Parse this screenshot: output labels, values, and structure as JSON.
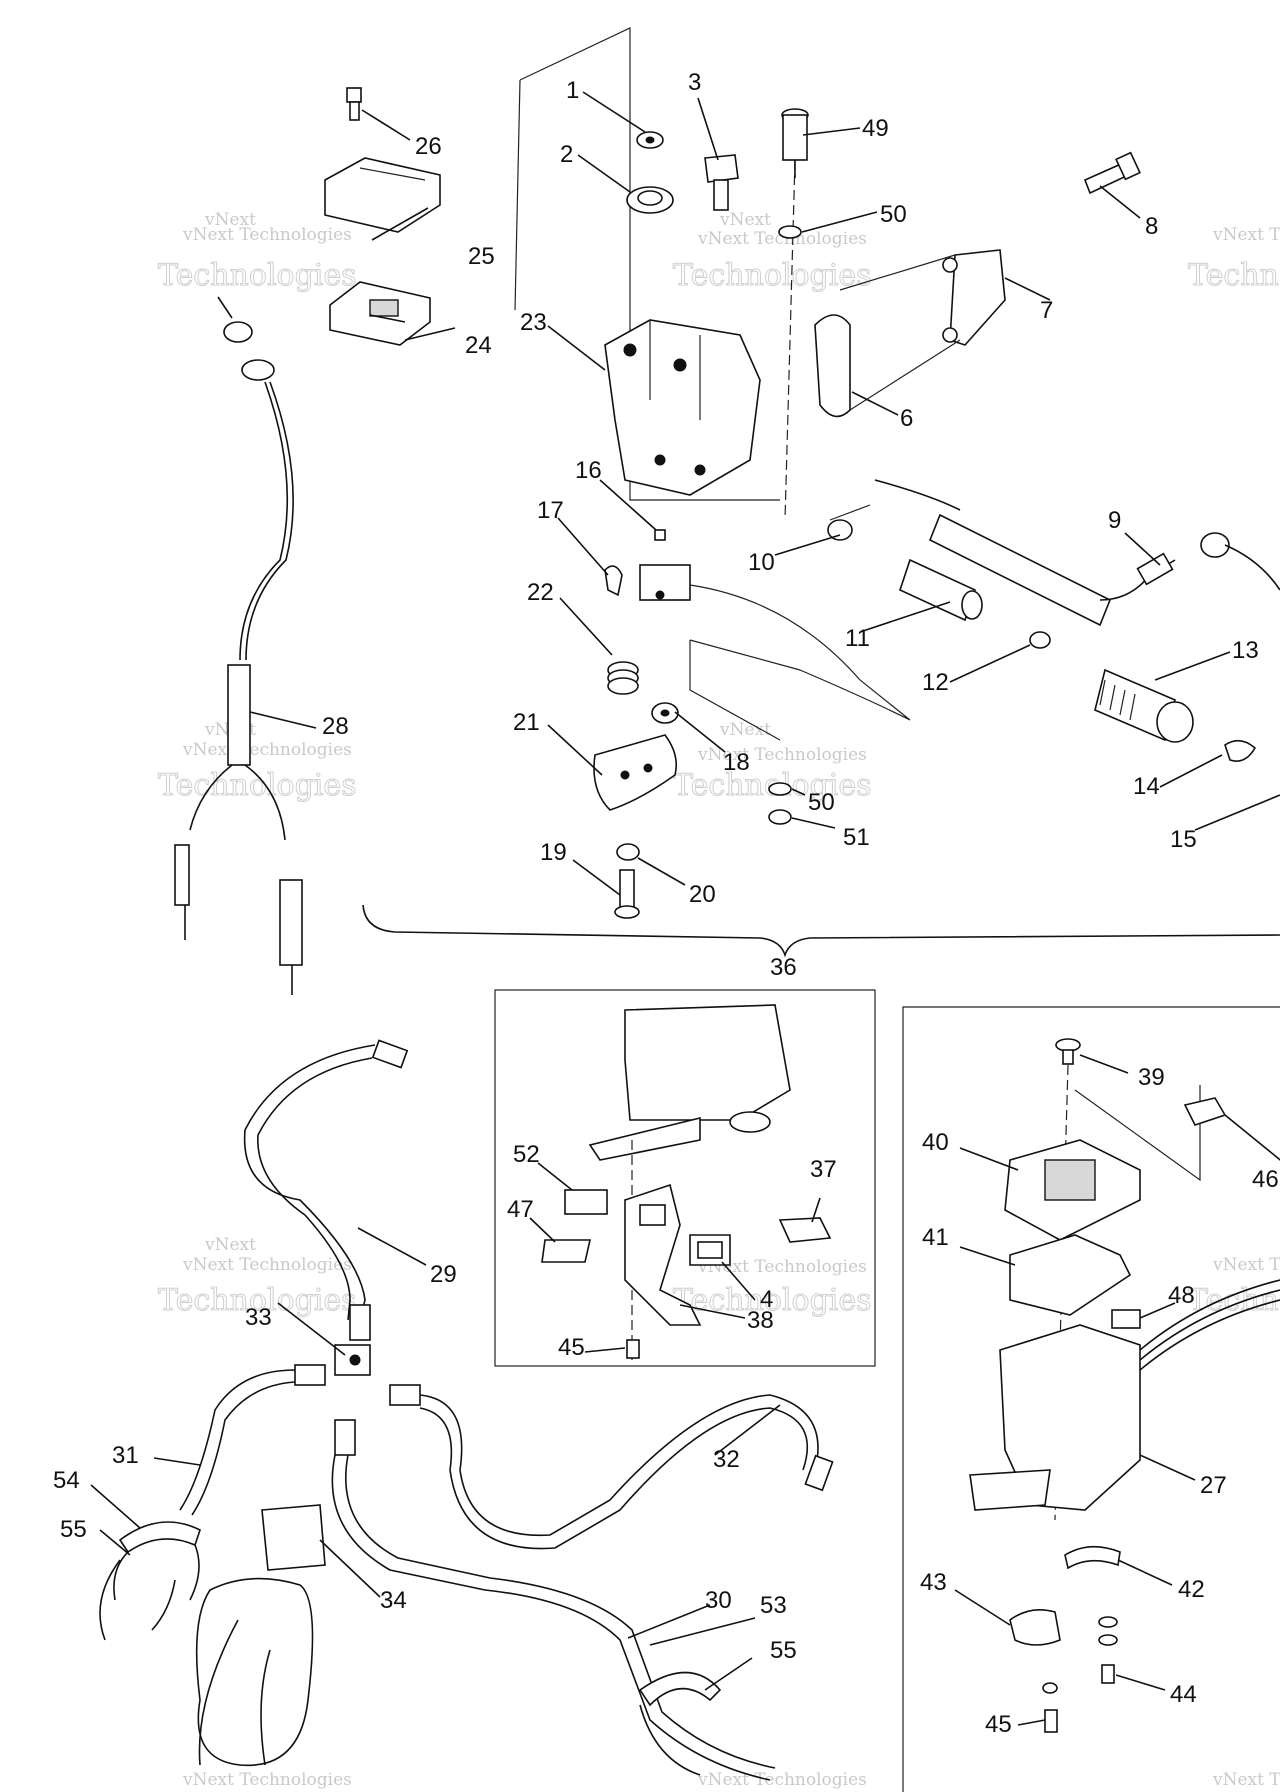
{
  "labels": {
    "p1": "1",
    "p2": "2",
    "p3": "3",
    "p4": "4",
    "p6": "6",
    "p7": "7",
    "p8": "8",
    "p9": "9",
    "p10": "10",
    "p11": "11",
    "p12": "12",
    "p13": "13",
    "p14": "14",
    "p15": "15",
    "p16": "16",
    "p17": "17",
    "p18": "18",
    "p19": "19",
    "p20": "20",
    "p21": "21",
    "p22": "22",
    "p23": "23",
    "p24": "24",
    "p25": "25",
    "p26": "26",
    "p27": "27",
    "p28": "28",
    "p29": "29",
    "p30": "30",
    "p31": "31",
    "p32": "32",
    "p33": "33",
    "p34": "34",
    "p36": "36",
    "p37": "37",
    "p38": "38",
    "p39": "39",
    "p40": "40",
    "p41": "41",
    "p42": "42",
    "p43": "43",
    "p44": "44",
    "p45a": "45",
    "p45b": "45",
    "p46": "46",
    "p47": "47",
    "p48": "48",
    "p49": "49",
    "p50a": "50",
    "p50b": "50",
    "p51": "51",
    "p52": "52",
    "p53": "53",
    "p54": "54",
    "p55a": "55",
    "p55b": "55"
  },
  "watermark": {
    "small": "vNext Technologies",
    "big": "Technologies",
    "top": "vNext"
  }
}
